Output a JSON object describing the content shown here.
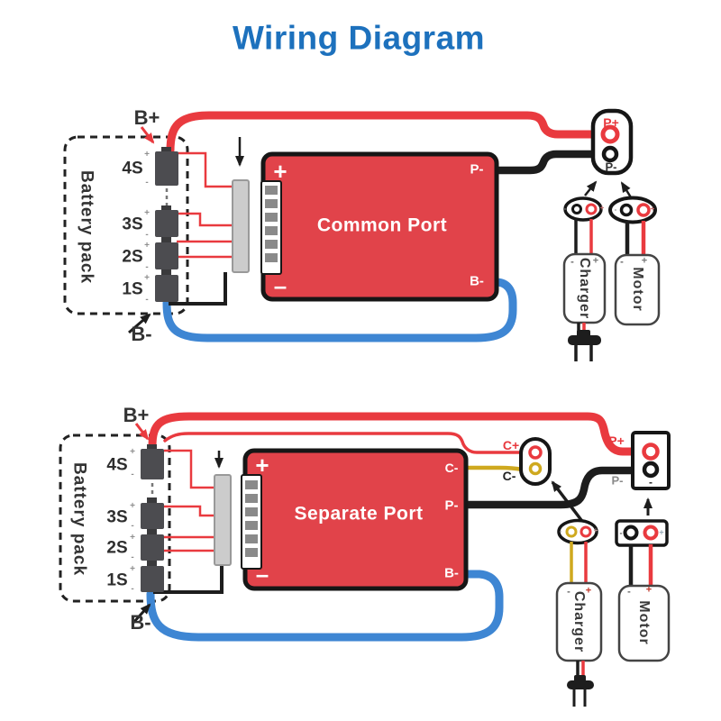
{
  "title": "Wiring Diagram",
  "colors": {
    "title_blue": "#1d71bd",
    "wire_red": "#e93a3f",
    "wire_black": "#1d1d1d",
    "wire_blue": "#3e86d3",
    "wire_yellow": "#cfa91f",
    "board_red": "#e1434a"
  },
  "marks": {
    "plus": "+",
    "minus": "-"
  },
  "common": {
    "battery_pack": "Battery pack",
    "b_plus": "B+",
    "b_minus": "B-",
    "cells": [
      "4S",
      "3S",
      "2S",
      "1S"
    ],
    "board": {
      "title": "Common Port",
      "plus": "+",
      "minus": "–",
      "p_minus": "P-",
      "b_minus": "B-"
    },
    "terminal": {
      "p_plus": "P+",
      "p_minus": "P-"
    },
    "charger": "Charger",
    "motor": "Motor"
  },
  "separate": {
    "battery_pack": "Battery pack",
    "b_plus": "B+",
    "b_minus": "B-",
    "cells": [
      "4S",
      "3S",
      "2S",
      "1S"
    ],
    "board": {
      "title": "Separate Port",
      "plus": "+",
      "minus": "–",
      "c_minus": "C-",
      "p_minus": "P-",
      "b_minus": "B-"
    },
    "c_connector": {
      "c_plus": "C+",
      "c_minus": "C-"
    },
    "terminal": {
      "p_plus": "P+",
      "p_minus": "P-"
    },
    "charger": "Charger",
    "motor": "Motor"
  }
}
